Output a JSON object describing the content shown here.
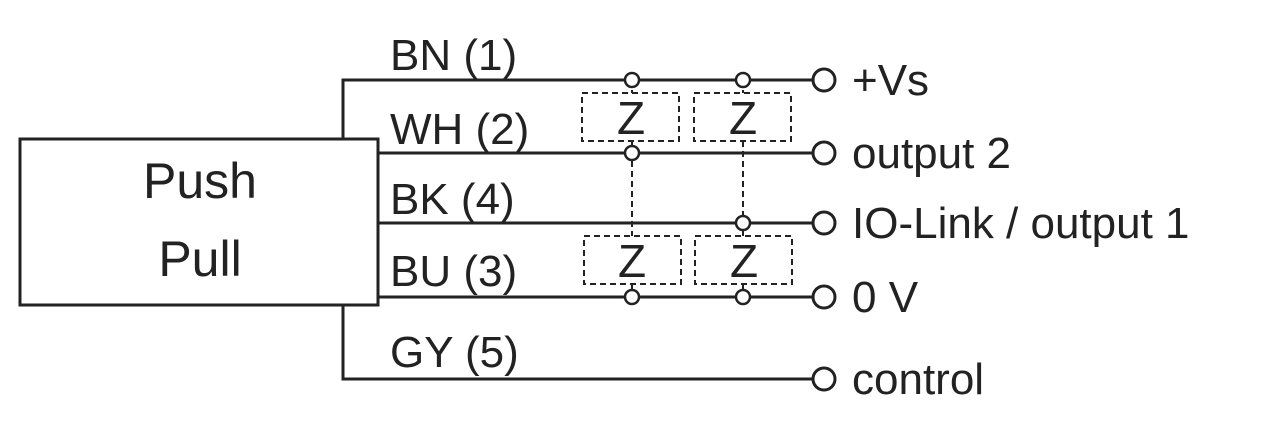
{
  "block": {
    "line1": "Push",
    "line2": "Pull"
  },
  "wires": [
    {
      "id": "bn",
      "label": "BN (1)",
      "terminal": "+Vs"
    },
    {
      "id": "wh",
      "label": "WH (2)",
      "terminal": "output 2"
    },
    {
      "id": "bk",
      "label": "BK (4)",
      "terminal": "IO-Link / output 1"
    },
    {
      "id": "bu",
      "label": "BU (3)",
      "terminal": "0 V"
    },
    {
      "id": "gy",
      "label": "GY (5)",
      "terminal": "control"
    }
  ],
  "loads": {
    "symbol": "Z"
  }
}
